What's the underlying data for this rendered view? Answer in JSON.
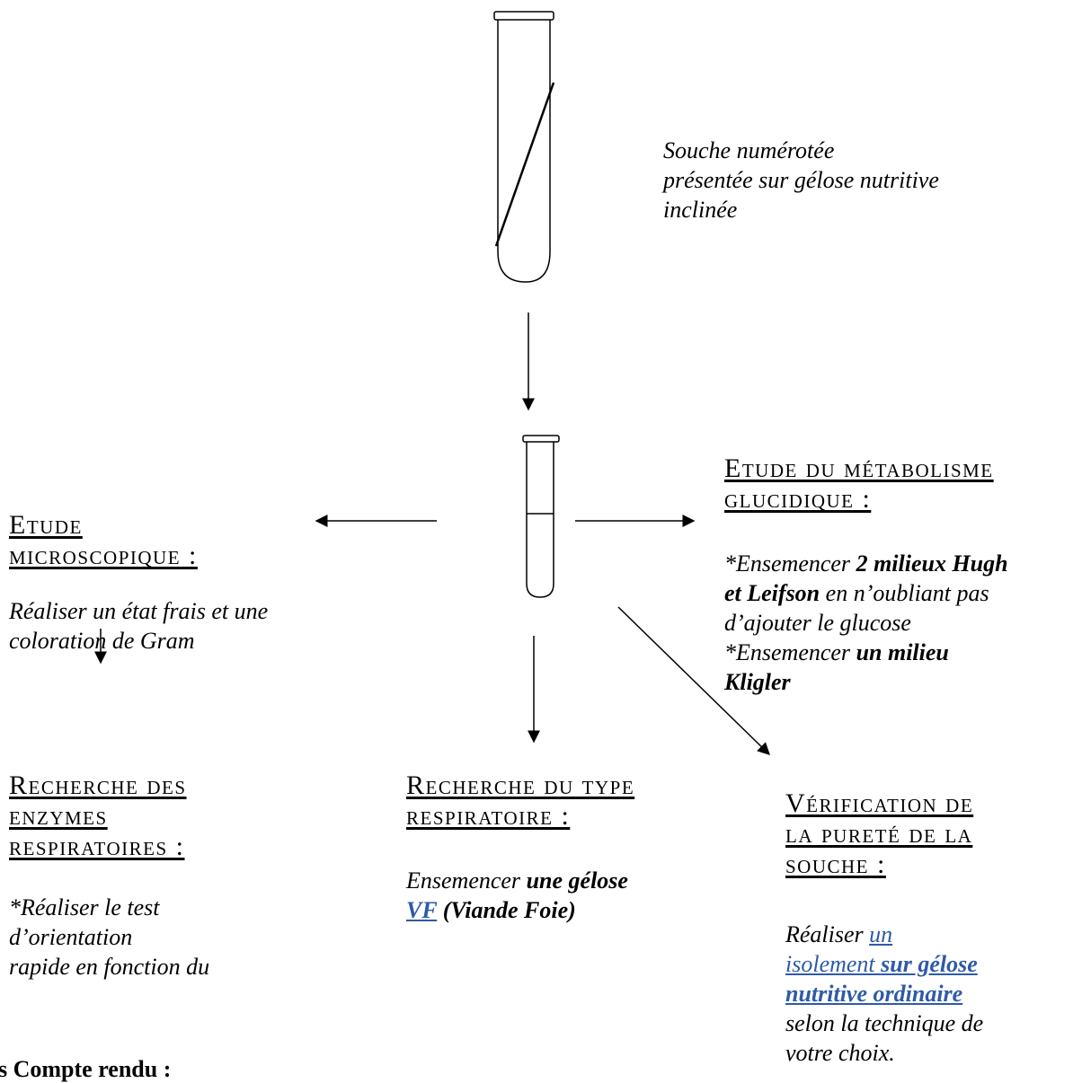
{
  "tube_caption": [
    "Souche numérotée",
    "présentée sur gélose nutritive",
    "inclinée"
  ],
  "sections": {
    "microscopic": {
      "heading": [
        "Etude",
        "microscopique :"
      ],
      "text": [
        "Réaliser un état frais et une",
        "coloration de  Gram"
      ]
    },
    "carbohydrate": {
      "heading": [
        "Etude du métabolisme",
        "glucidique :"
      ],
      "line1_a": "*Ensemencer ",
      "line1_b": "2 milieux Hugh",
      "line2_a": "et Leifson",
      "line2_b": " en n’oubliant pas",
      "line3": "d’ajouter le glucose",
      "line4_a": "*Ensemencer ",
      "line4_b": "un milieu",
      "line5": "Kligler"
    },
    "enzymes": {
      "heading": [
        "Recherche des",
        "enzymes",
        "respiratoires :"
      ],
      "text": [
        "*Réaliser le test",
        "d’orientation",
        "rapide en fonction du"
      ]
    },
    "respiratory": {
      "heading": [
        "Recherche du type",
        "respiratoire :"
      ],
      "line1_a": "Ensemencer ",
      "line1_b": "une gélose",
      "line2_link": "VF",
      "line2_b": " (Viande Foie)"
    },
    "purity": {
      "heading": [
        "Vérification de",
        "la pureté de la",
        "souche :"
      ],
      "line1_a": "Réaliser ",
      "line1_link": "un",
      "line2_link_a": "isolement ",
      "line2_link_b": "sur gélose",
      "line3_link": "nutritive ordinaire",
      "line4": "selon la technique de",
      "line5": "votre choix."
    }
  },
  "bottom_note": "s Compte rendu :",
  "colors": {
    "link": "#2e5aa8",
    "ink": "#000000"
  }
}
